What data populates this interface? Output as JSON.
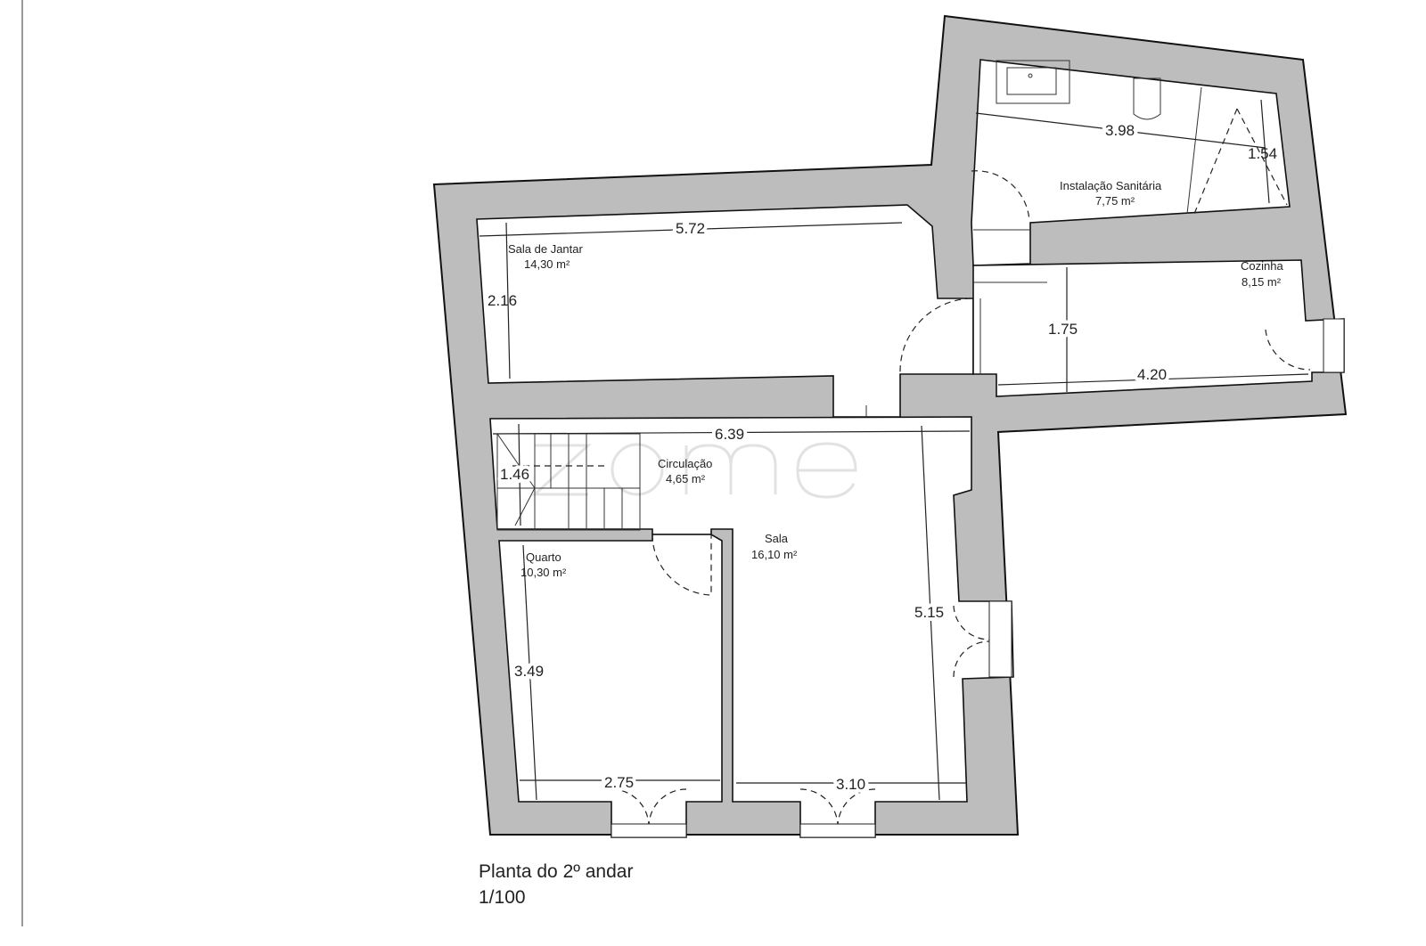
{
  "plan": {
    "title": "Planta do 2º andar",
    "scale": "1/100",
    "watermark": "zome",
    "colors": {
      "wall": "#bdbdbd",
      "line": "#111111"
    }
  },
  "rooms": [
    {
      "name": "Sala de Jantar",
      "area": "14,30 m²"
    },
    {
      "name": "Instalação Sanitária",
      "area": "7,75 m²"
    },
    {
      "name": "Cozinha",
      "area": "8,15 m²"
    },
    {
      "name": "Circulação",
      "area": "4,65 m²"
    },
    {
      "name": "Sala",
      "area": "16,10 m²"
    },
    {
      "name": "Quarto",
      "area": "10,30 m²"
    }
  ],
  "dimensions": [
    "5.72",
    "2.16",
    "3.98",
    "1.54",
    "1.75",
    "4.20",
    "6.39",
    "1.46",
    "5.15",
    "3.49",
    "2.75",
    "3.10"
  ]
}
